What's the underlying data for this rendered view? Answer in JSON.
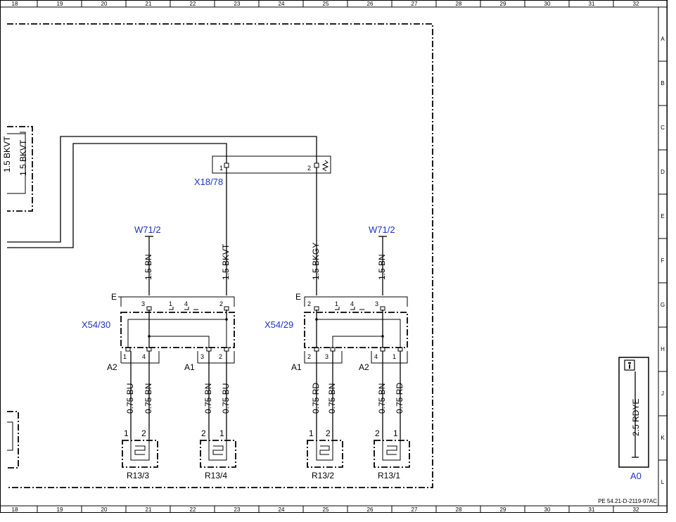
{
  "frame": {
    "columns": [
      "18",
      "19",
      "20",
      "21",
      "22",
      "23",
      "24",
      "25",
      "26",
      "27",
      "28",
      "29",
      "30",
      "31",
      "32"
    ],
    "rows": [
      "A",
      "B",
      "C",
      "D",
      "E",
      "F",
      "G",
      "H",
      "J",
      "K",
      "L"
    ],
    "doc_id": "PE 54.21-D-2119-97AC"
  },
  "left_edge_label": "1.5 BKVT",
  "connectors": {
    "x18": {
      "label": "X18/78",
      "pin1": "1",
      "pin2": "2"
    },
    "x54_30": {
      "label": "X54/30",
      "e_label": "E",
      "a2": "A2",
      "a1": "A1",
      "top_pins": [
        "3",
        "1",
        "4",
        "2"
      ],
      "bottom_pins": [
        "1",
        "4",
        "3",
        "2"
      ]
    },
    "x54_29": {
      "label": "X54/29",
      "e_label": "E",
      "a1": "A1",
      "a2": "A2",
      "top_pins": [
        "2",
        "1",
        "4",
        "3"
      ],
      "bottom_pins": [
        "2",
        "3",
        "4",
        "1"
      ]
    }
  },
  "grounds": {
    "left": "W71/2",
    "right": "W71/2"
  },
  "wires_upper": [
    "1.5 BN",
    "1.5 BKVT",
    "1.5 BKGY",
    "1.5 BN"
  ],
  "wires_lower": [
    "0.75 BU",
    "0.75 BN",
    "0.75 BN",
    "0.75 BU",
    "0.75 RD",
    "0.75 BN",
    "0.75 BN",
    "0.75 RD"
  ],
  "heaters": [
    {
      "label": "R13/3",
      "pin_a": "1",
      "pin_b": "2"
    },
    {
      "label": "R13/4",
      "pin_a": "2",
      "pin_b": "1"
    },
    {
      "label": "R13/2",
      "pin_a": "1",
      "pin_b": "2"
    },
    {
      "label": "R13/1",
      "pin_a": "2",
      "pin_b": "1"
    }
  ],
  "supply": {
    "wire": "2.5 RDYE",
    "label": "A0",
    "info_icon": "info-icon"
  }
}
